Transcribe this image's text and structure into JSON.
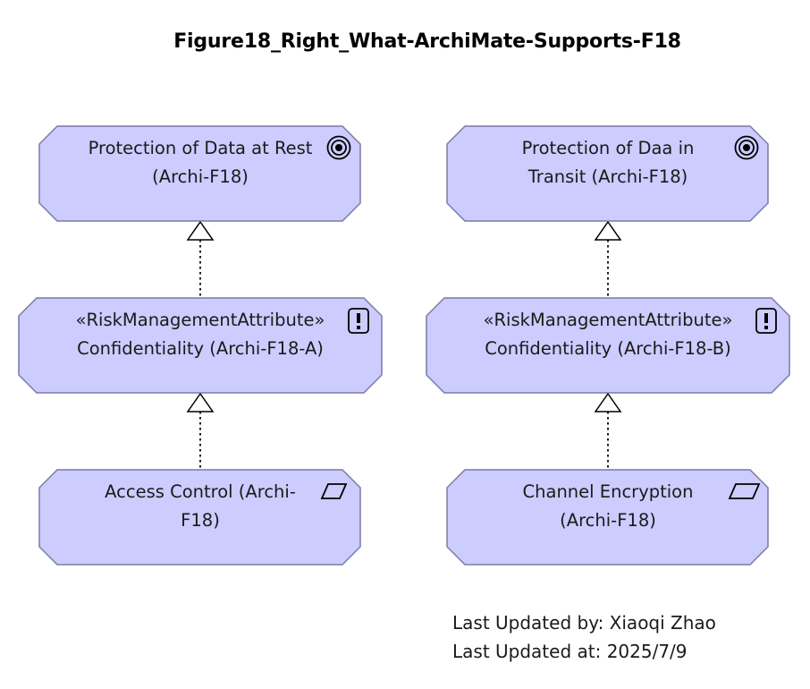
{
  "title": "Figure18_Right_What-ArchiMate-Supports-F18",
  "colors": {
    "node_fill": "#ccccff",
    "node_stroke": "#7a7aa6",
    "connector": "#000000"
  },
  "nodes": [
    {
      "id": "goal-data-at-rest",
      "kind": "goal",
      "icon": "target-icon",
      "lines": [
        "Protection of Data at Rest",
        "(Archi-F18)"
      ]
    },
    {
      "id": "goal-data-in-transit",
      "kind": "goal",
      "icon": "target-icon",
      "lines": [
        "Protection of Daa in",
        "Transit (Archi-F18)"
      ]
    },
    {
      "id": "attr-confidentiality-a",
      "kind": "assessment",
      "icon": "exclamation-icon",
      "lines": [
        "«RiskManagementAttribute»",
        "Confidentiality (Archi-F18-A)"
      ]
    },
    {
      "id": "attr-confidentiality-b",
      "kind": "assessment",
      "icon": "exclamation-icon",
      "lines": [
        "«RiskManagementAttribute»",
        "Confidentiality (Archi-F18-B)"
      ]
    },
    {
      "id": "req-access-control",
      "kind": "requirement",
      "icon": "parallelogram-icon",
      "lines": [
        "Access Control (Archi-",
        "F18)"
      ]
    },
    {
      "id": "req-channel-encryption",
      "kind": "requirement",
      "icon": "parallelogram-icon",
      "lines": [
        "Channel Encryption",
        "(Archi-F18)"
      ]
    }
  ],
  "relations": [
    {
      "from": "attr-confidentiality-a",
      "to": "goal-data-at-rest",
      "type": "realization"
    },
    {
      "from": "req-access-control",
      "to": "attr-confidentiality-a",
      "type": "realization"
    },
    {
      "from": "attr-confidentiality-b",
      "to": "goal-data-in-transit",
      "type": "realization"
    },
    {
      "from": "req-channel-encryption",
      "to": "attr-confidentiality-b",
      "type": "realization"
    }
  ],
  "footer": {
    "updated_by": "Last Updated by: Xiaoqi Zhao",
    "updated_at": "Last Updated at: 2025/7/9"
  }
}
